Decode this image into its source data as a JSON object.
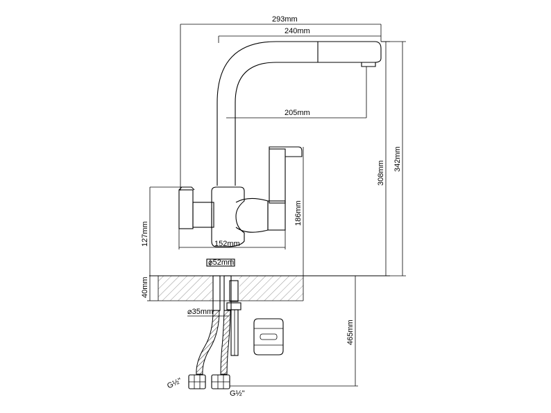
{
  "dimensions": {
    "overall_reach": "293mm",
    "spout_reach": "240mm",
    "aerator_reach": "205mm",
    "handle_height": "308mm",
    "total_height": "342mm",
    "body_height": "186mm",
    "base_height": "127mm",
    "body_width": "152mm",
    "base_diameter": "⌀52mm",
    "countertop_thickness": "40mm",
    "hole_diameter": "⌀35mm",
    "hose_length": "465mm",
    "thread_left": "G½\"",
    "thread_right": "G½\""
  }
}
